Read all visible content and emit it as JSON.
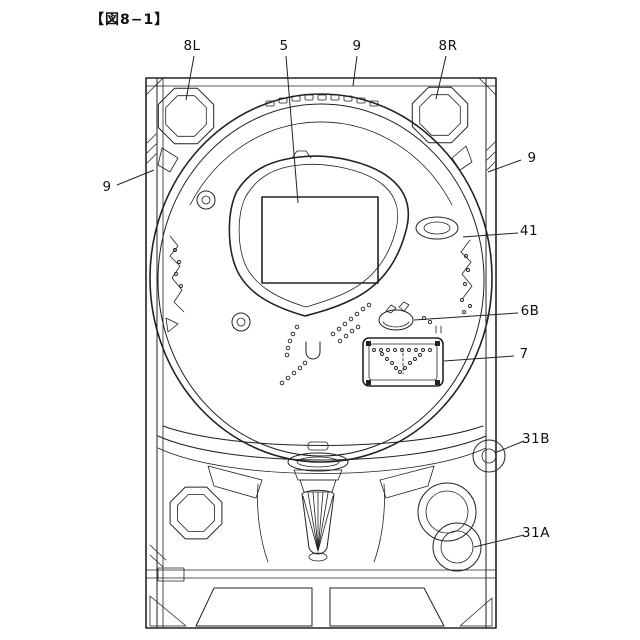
{
  "figure": {
    "title": "【図8−1】",
    "labels": [
      {
        "id": "8L",
        "text": "8L"
      },
      {
        "id": "5",
        "text": "5"
      },
      {
        "id": "9-top",
        "text": "9"
      },
      {
        "id": "8R",
        "text": "8R"
      },
      {
        "id": "9-right",
        "text": "9"
      },
      {
        "id": "9-left",
        "text": "9"
      },
      {
        "id": "41",
        "text": "41"
      },
      {
        "id": "6B",
        "text": "6B"
      },
      {
        "id": "7",
        "text": "7"
      },
      {
        "id": "31B",
        "text": "31B"
      },
      {
        "id": "31A",
        "text": "31A"
      }
    ],
    "colors": {
      "line": "#222222",
      "background": "#ffffff"
    }
  }
}
